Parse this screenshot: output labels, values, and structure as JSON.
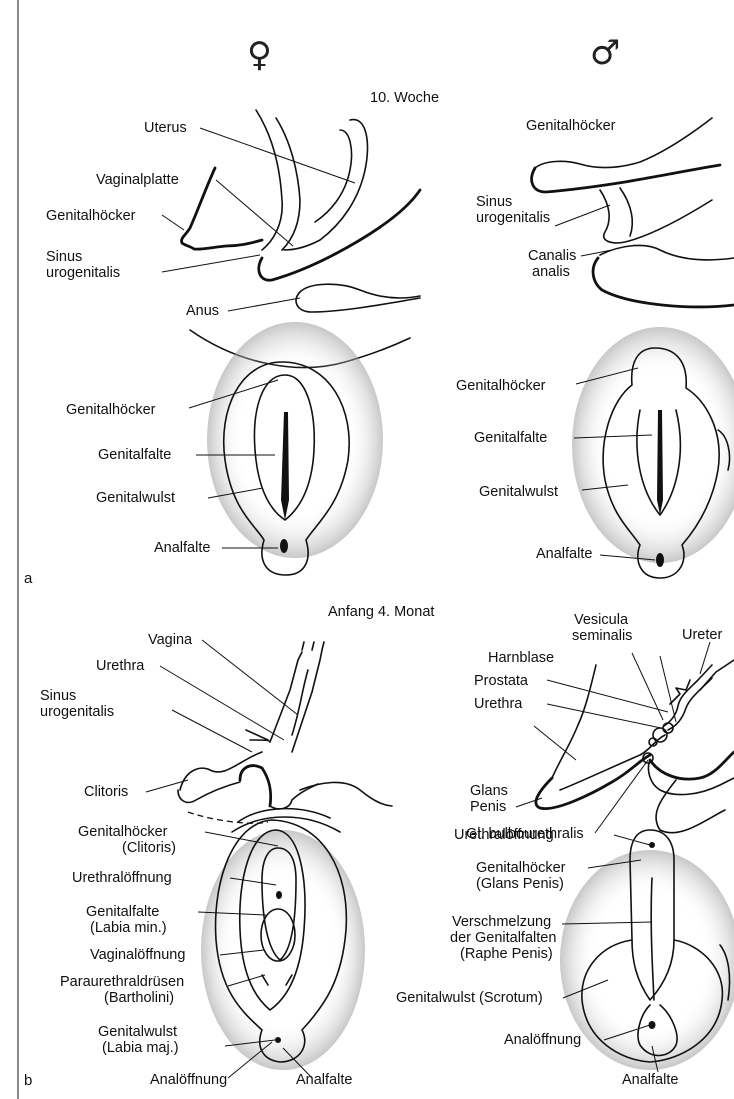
{
  "symbols": {
    "female": "♀",
    "male": "♂"
  },
  "headings": {
    "week10": "10. Woche",
    "month4": "Anfang 4. Monat"
  },
  "panels": {
    "a": "a",
    "b": "b"
  },
  "week10_female_sagittal": {
    "uterus": "Uterus",
    "vaginalplatte": "Vaginalplatte",
    "genitalhoecker": "Genitalhöcker",
    "sinus_line1": "Sinus",
    "sinus_line2": "urogenitalis",
    "anus": "Anus"
  },
  "week10_male_sagittal": {
    "genitalhoecker": "Genitalhöcker",
    "sinus_line1": "Sinus",
    "sinus_line2": "urogenitalis",
    "canalis_line1": "Canalis",
    "canalis_line2": "analis"
  },
  "week10_female_external": {
    "genitalhoecker": "Genitalhöcker",
    "genitalfalte": "Genitalfalte",
    "genitalwulst": "Genitalwulst",
    "analfalte": "Analfalte"
  },
  "week10_male_external": {
    "genitalhoecker": "Genitalhöcker",
    "genitalfalte": "Genitalfalte",
    "genitalwulst": "Genitalwulst",
    "analfalte": "Analfalte"
  },
  "month4_female_sagittal": {
    "vagina": "Vagina",
    "urethra": "Urethra",
    "sinus_line1": "Sinus",
    "sinus_line2": "urogenitalis",
    "clitoris": "Clitoris"
  },
  "month4_male_sagittal": {
    "vesicula_line1": "Vesicula",
    "vesicula_line2": "seminalis",
    "ureter": "Ureter",
    "harnblase": "Harnblase",
    "prostata": "Prostata",
    "urethra": "Urethra",
    "glans_line1": "Glans",
    "glans_line2": "Penis",
    "bulbourethralis": "Gl. bulbourethralis"
  },
  "month4_female_external": {
    "genitalhoecker_line1": "Genitalhöcker",
    "genitalhoecker_line2": "(Clitoris)",
    "urethraloeffnung": "Urethralöffnung",
    "genitalfalte_line1": "Genitalfalte",
    "genitalfalte_line2": "(Labia min.)",
    "vaginaloeffnung": "Vaginalöffnung",
    "paraurethral_line1": "Paraurethraldrüsen",
    "paraurethral_line2": "(Bartholini)",
    "genitalwulst_line1": "Genitalwulst",
    "genitalwulst_line2": "(Labia maj.)",
    "analoeffnung": "Analöffnung",
    "analfalte": "Analfalte"
  },
  "month4_male_external": {
    "urethraloeffnung": "Urethralöffnung",
    "genitalhoecker_line1": "Genitalhöcker",
    "genitalhoecker_line2": "(Glans Penis)",
    "verschmelzung_line1": "Verschmelzung",
    "verschmelzung_line2": "der Genitalfalten",
    "verschmelzung_line3": "(Raphe Penis)",
    "genitalwulst": "Genitalwulst (Scrotum)",
    "analoeffnung": "Analöffnung",
    "analfalte": "Analfalte"
  }
}
